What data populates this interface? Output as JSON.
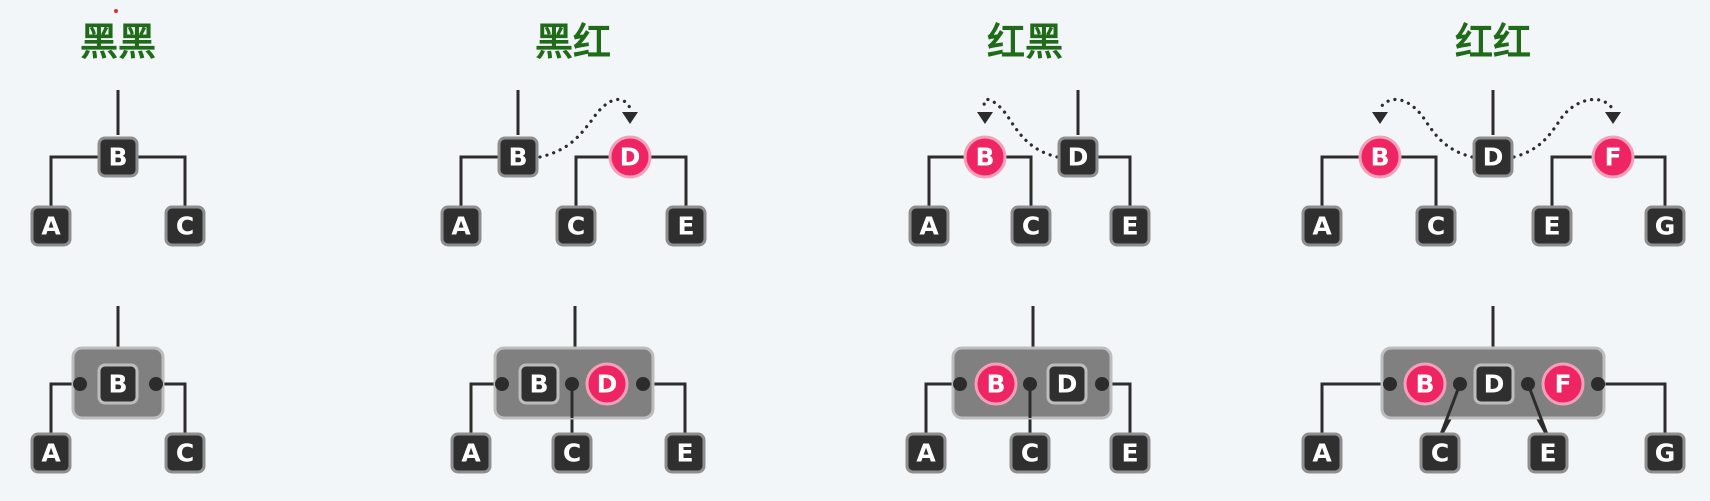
{
  "colors": {
    "black_node": "#2f2f2f",
    "red_node": "#ef2463",
    "title": "#1f6b19",
    "group_box": "#808080"
  },
  "columns": [
    {
      "title": "黑黑",
      "binary": {
        "root": {
          "label": "B",
          "color": "black"
        },
        "left_child": "A",
        "right_child": "C"
      },
      "merged": {
        "keys": [
          {
            "label": "B",
            "color": "black"
          }
        ],
        "children": [
          "A",
          "C"
        ]
      }
    },
    {
      "title": "黑红",
      "binary": {
        "root": {
          "label": "B",
          "color": "black"
        },
        "left_child": "A",
        "red_child": {
          "label": "D",
          "color": "red",
          "children": [
            "C",
            "E"
          ]
        }
      },
      "merged": {
        "keys": [
          {
            "label": "B",
            "color": "black"
          },
          {
            "label": "D",
            "color": "red"
          }
        ],
        "children": [
          "A",
          "C",
          "E"
        ]
      }
    },
    {
      "title": "红黑",
      "binary": {
        "root": {
          "label": "D",
          "color": "black"
        },
        "red_child": {
          "label": "B",
          "color": "red",
          "children": [
            "A",
            "C"
          ]
        },
        "right_child": "E"
      },
      "merged": {
        "keys": [
          {
            "label": "B",
            "color": "red"
          },
          {
            "label": "D",
            "color": "black"
          }
        ],
        "children": [
          "A",
          "C",
          "E"
        ]
      }
    },
    {
      "title": "红红",
      "binary": {
        "root": {
          "label": "D",
          "color": "black"
        },
        "left_red": {
          "label": "B",
          "color": "red",
          "children": [
            "A",
            "C"
          ]
        },
        "right_red": {
          "label": "F",
          "color": "red",
          "children": [
            "E",
            "G"
          ]
        }
      },
      "merged": {
        "keys": [
          {
            "label": "B",
            "color": "red"
          },
          {
            "label": "D",
            "color": "black"
          },
          {
            "label": "F",
            "color": "red"
          }
        ],
        "children": [
          "A",
          "C",
          "E",
          "G"
        ]
      }
    }
  ]
}
